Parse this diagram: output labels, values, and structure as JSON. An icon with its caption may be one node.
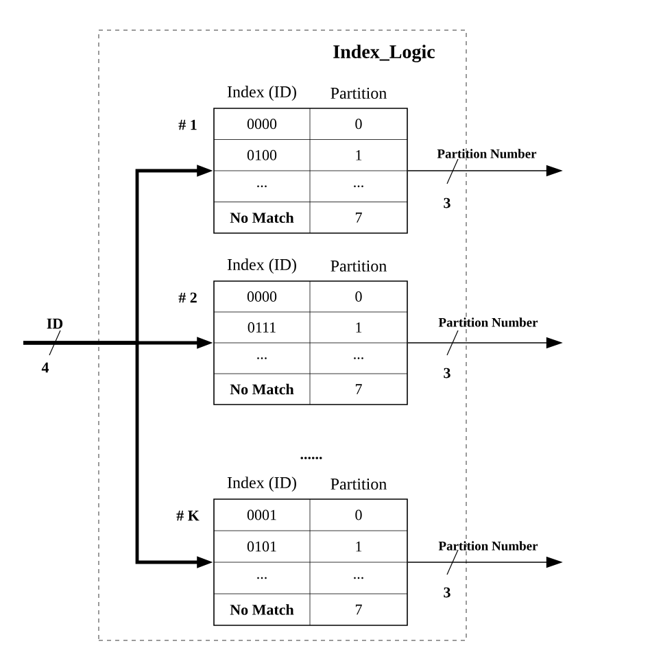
{
  "diagram": {
    "nodes": [
      {
        "text": [
          "Index_Logic"
        ]
      },
      {
        "text": [
          "Index (ID)",
          "Partition",
          "0000",
          "0",
          "0100",
          "1",
          "...",
          "...",
          "No Match",
          "7"
        ],
        "beside": [
          "# 1"
        ],
        "in": 0
      },
      {
        "text": [
          "Index (ID)",
          "Partition",
          "0000",
          "0",
          "0111",
          "1",
          "...",
          "...",
          "No Match",
          "7"
        ],
        "beside": [
          "# 2"
        ],
        "in": 0
      },
      {
        "text": [
          "Index (ID)",
          "Partition",
          "0001",
          "0",
          "0101",
          "1",
          "...",
          "...",
          "No Match",
          "7"
        ],
        "beside": [
          "# K"
        ],
        "in": 0
      }
    ],
    "edges": [
      {
        "from": null,
        "to": 1,
        "arrow": "to",
        "style": "thick"
      },
      {
        "from": null,
        "to": 2,
        "arrow": "to",
        "style": "thick"
      },
      {
        "from": null,
        "to": 3,
        "arrow": "to",
        "style": "thick"
      },
      {
        "from": 1,
        "to": null,
        "arrow": "to",
        "label": "Partition Number"
      },
      {
        "from": 2,
        "to": null,
        "arrow": "to",
        "label": "Partition Number"
      },
      {
        "from": 3,
        "to": null,
        "arrow": "to",
        "label": "Partition Number"
      }
    ],
    "labels": [
      "3",
      "ID",
      "4",
      "3",
      "......",
      "3"
    ]
  }
}
